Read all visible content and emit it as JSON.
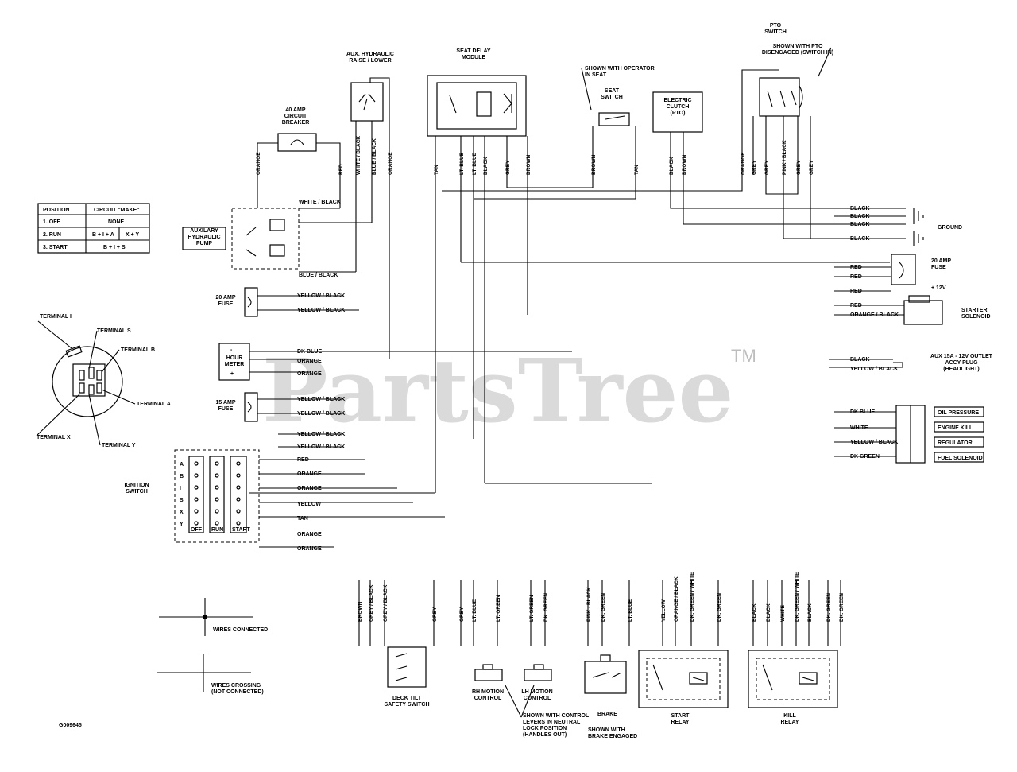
{
  "watermark": {
    "text": "PartsTree",
    "tm": "TM"
  },
  "diagram_id": "G009645",
  "components": {
    "circuit_breaker": "40 AMP\nCIRCUIT\nBREAKER",
    "aux_hyd_raise": "AUX. HYDRAULIC\nRAISE / LOWER",
    "seat_delay": "SEAT DELAY\nMODULE",
    "shown_operator": "SHOWN WITH OPERATOR\nIN SEAT",
    "seat_switch": "SEAT\nSWITCH",
    "electric_clutch": "ELECTRIC\nCLUTCH\n(PTO)",
    "pto_switch": "PTO\nSWITCH",
    "pto_shown": "SHOWN WITH PTO\nDISENGAGED (SWITCH IN)",
    "aux_pump": "AUXILARY\nHYDRAULIC\nPUMP",
    "ground": "GROUND",
    "fuse_20_right": "20 AMP\nFUSE",
    "plus_12v": "+ 12V",
    "starter_solenoid": "STARTER\nSOLENOID",
    "aux_outlet": "AUX 15A - 12V OUTLET\nACCY PLUG\n(HEADLIGHT)",
    "fuse_20_left": "20 AMP\nFUSE",
    "hour_meter": "HOUR\nMETER",
    "fuse_15": "15 AMP\nFUSE",
    "ignition_switch": "IGNITION\nSWITCH",
    "oil_pressure": "OIL PRESSURE",
    "engine_kill": "ENGINE KILL",
    "regulator": "REGULATOR",
    "fuel_solenoid": "FUEL SOLENOID",
    "wires_connected": "WIRES CONNECTED",
    "wires_crossing": "WIRES CROSSING\n(NOT CONNECTED)",
    "deck_tilt": "DECK TILT\nSAFETY SWITCH",
    "rh_motion": "RH MOTION\nCONTROL",
    "lh_motion": "LH MOTION\nCONTROL",
    "shown_levers": "SHOWN WITH CONTROL\nLEVERS IN NEUTRAL\nLOCK POSITION\n(HANDLES OUT)",
    "brake": "BRAKE",
    "shown_brake": "SHOWN WITH\nBRAKE ENGAGED",
    "start_relay": "START\nRELAY",
    "kill_relay": "KILL\nRELAY"
  },
  "terminals": {
    "i": "TERMINAL I",
    "s": "TERMINAL S",
    "b": "TERMINAL B",
    "a": "TERMINAL A",
    "x": "TERMINAL X",
    "y": "TERMINAL Y"
  },
  "position_table": {
    "headers": [
      "POSITION",
      "CIRCUIT \"MAKE\""
    ],
    "rows": [
      [
        "1. OFF",
        "NONE",
        ""
      ],
      [
        "2. RUN",
        "B + I + A",
        "X + Y"
      ],
      [
        "3. START",
        "B + I + S",
        ""
      ]
    ]
  },
  "ignition": {
    "letters": [
      "A",
      "B",
      "I",
      "S",
      "X",
      "Y"
    ],
    "positions": [
      "OFF",
      "RUN",
      "START"
    ]
  },
  "wire_labels": {
    "top": [
      "ORANGE",
      "RED",
      "WHITE / BLACK",
      "BLUE / BLACK",
      "ORANGE",
      "TAN",
      "LT. BLUE",
      "LT. BLUE",
      "BLACK",
      "GREY",
      "BROWN",
      "BROWN",
      "TAN",
      "BLACK",
      "BROWN",
      "ORANGE",
      "GREY",
      "GREY",
      "PINK / BLACK",
      "GREY",
      "GREY"
    ],
    "pump": [
      "WHITE / BLACK",
      "BLUE / BLACK"
    ],
    "right": [
      "BLACK",
      "BLACK",
      "BLACK",
      "BLACK",
      "RED",
      "RED",
      "RED",
      "RED",
      "ORANGE / BLACK",
      "BLACK",
      "YELLOW / BLACK",
      "DK BLUE",
      "WHITE",
      "YELLOW / BLACK",
      "DK GREEN"
    ],
    "middle": [
      "YELLOW / BLACK",
      "YELLOW / BLACK",
      "DK BLUE",
      "ORANGE",
      "ORANGE",
      "YELLOW / BLACK",
      "YELLOW / BLACK",
      "YELLOW / BLACK",
      "YELLOW / BLACK",
      "RED",
      "ORANGE",
      "ORANGE",
      "YELLOW",
      "TAN",
      "ORANGE",
      "ORANGE"
    ],
    "bottom": [
      "BROWN",
      "GREY / BLACK",
      "GREY / BLACK",
      "GREY",
      "GREY",
      "LT. BLUE",
      "LT. GREEN",
      "LT. GREEN",
      "DK. GREEN",
      "PINK / BLACK",
      "DK. GREEN",
      "LT. BLUE",
      "YELLOW",
      "ORANGE / BLACK",
      "DK. GREEN / WHITE",
      "DK. GREEN",
      "BLACK",
      "BLACK",
      "WHITE",
      "DK. GREEN / WHITE",
      "BLACK",
      "DK. GREEN",
      "DK. GREEN"
    ]
  }
}
